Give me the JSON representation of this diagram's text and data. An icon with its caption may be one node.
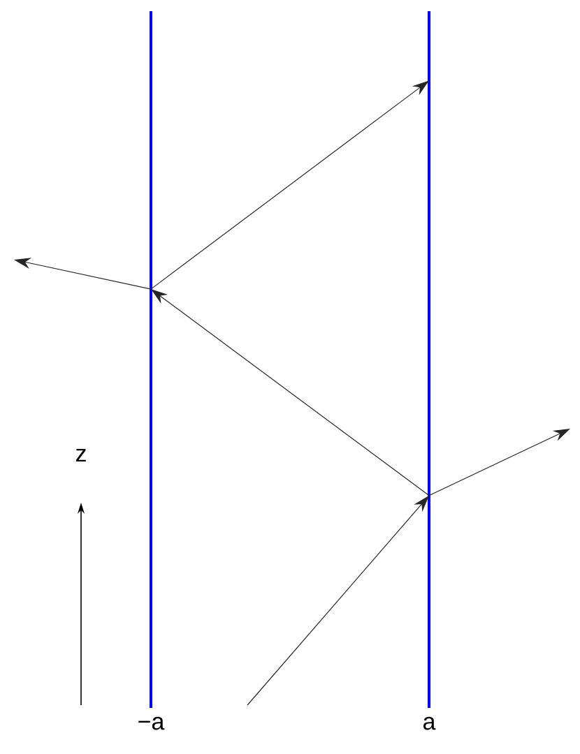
{
  "diagram": {
    "nodes": [
      {
        "text": [],
        "shape": "bar",
        "beside": [
          "−a"
        ]
      },
      {
        "text": [],
        "shape": "bar",
        "beside": [
          "a"
        ]
      }
    ],
    "edges": [
      {
        "from": null,
        "to": 1,
        "arrow": "to"
      },
      {
        "from": 1,
        "to": null,
        "arrow": "to"
      },
      {
        "from": 1,
        "to": 0,
        "arrow": "to"
      },
      {
        "from": 0,
        "to": null,
        "arrow": "to"
      },
      {
        "from": 0,
        "to": 1,
        "arrow": "to"
      }
    ],
    "labels": [
      "z"
    ]
  }
}
